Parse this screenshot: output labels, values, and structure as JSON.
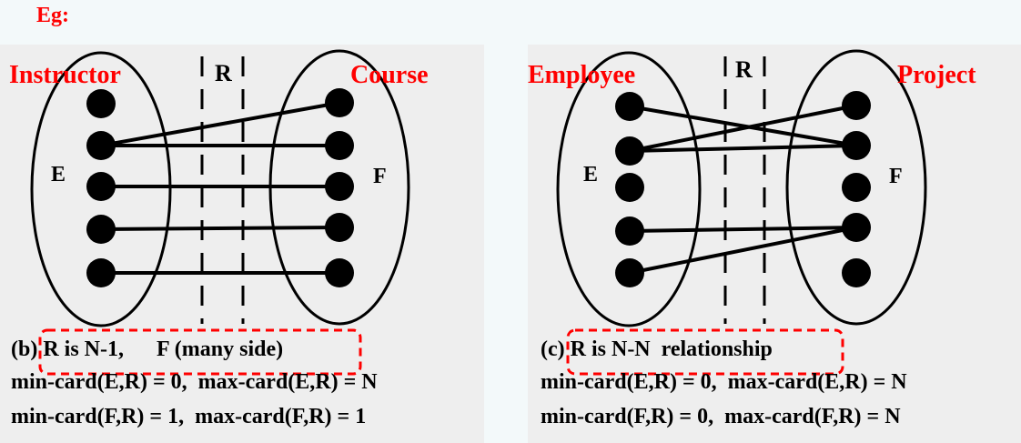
{
  "eg_label": "Eg:",
  "left": {
    "entity_left": "Instructor",
    "entity_right": "Course",
    "rel_label": "R",
    "set_left": "E",
    "set_right": "F",
    "caption_prefix": "(b)",
    "caption_boxed": "R is N-1,      F (many side)",
    "line1": "min-card(E,R) = 0,  max-card(E,R) = N",
    "line2": "min-card(F,R) = 1,  max-card(F,R) = 1",
    "connections": [
      [
        1,
        0
      ],
      [
        1,
        1
      ],
      [
        2,
        2
      ],
      [
        3,
        3
      ],
      [
        4,
        4
      ]
    ]
  },
  "right": {
    "entity_left": "Employee",
    "entity_right": "Project",
    "rel_label": "R",
    "set_left": "E",
    "set_right": "F",
    "caption_prefix": "(c)",
    "caption_boxed": "R is N-N  relationship",
    "line1": "min-card(E,R) = 0,  max-card(E,R) = N",
    "line2": "min-card(F,R) = 0,  max-card(F,R) = N",
    "connections": [
      [
        0,
        1
      ],
      [
        1,
        0
      ],
      [
        1,
        1
      ],
      [
        3,
        3
      ],
      [
        4,
        3
      ]
    ]
  },
  "colors": {
    "title": "#ff0000",
    "dash_box": "#ff0000",
    "ink": "#000000",
    "panel": "#eeeeee",
    "background": "#f3f9fa"
  }
}
